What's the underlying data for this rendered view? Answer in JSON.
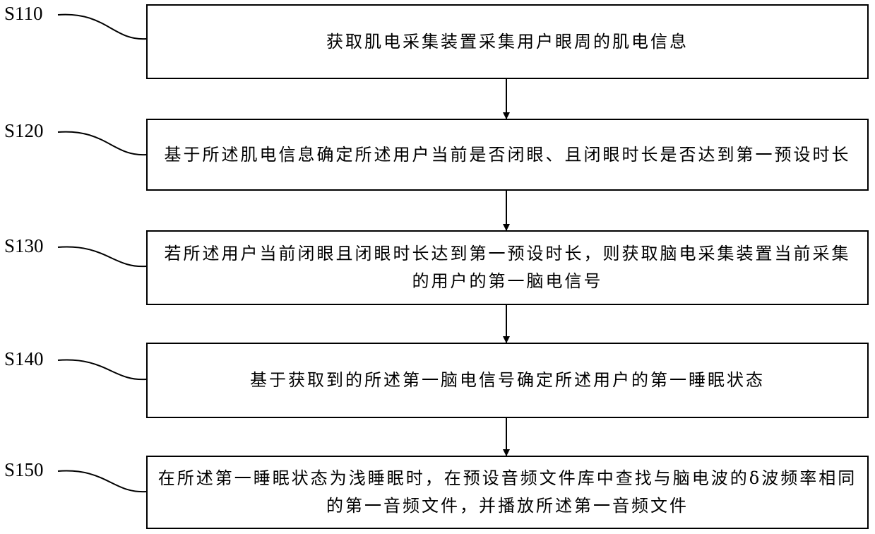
{
  "steps": [
    {
      "id": "S110",
      "text": "获取肌电采集装置采集用户眼周的肌电信息"
    },
    {
      "id": "S120",
      "text": "基于所述肌电信息确定所述用户当前是否闭眼、且闭眼时长是否达到第一预设时长"
    },
    {
      "id": "S130",
      "text": "若所述用户当前闭眼且闭眼时长达到第一预设时长，则获取脑电采集装置当前采集的用户的第一脑电信号"
    },
    {
      "id": "S140",
      "text": "基于获取到的所述第一脑电信号确定所述用户的第一睡眠状态"
    },
    {
      "id": "S150",
      "text": "在所述第一睡眠状态为浅睡眠时，在预设音频文件库中查找与脑电波的δ波频率相同的第一音频文件，并播放所述第一音频文件"
    }
  ]
}
